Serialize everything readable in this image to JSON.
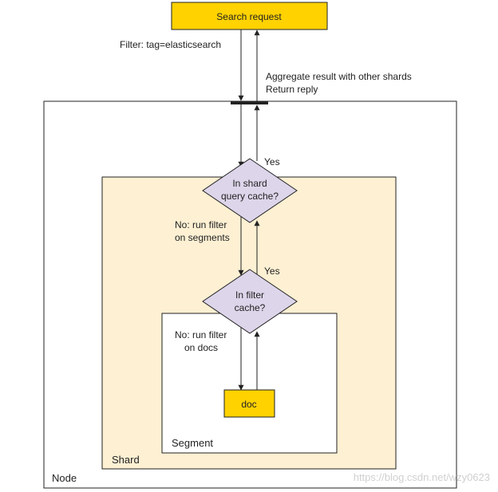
{
  "search_request": "Search request",
  "filter_label": "Filter: tag=elasticsearch",
  "aggregate_line1": "Aggregate result with other shards",
  "aggregate_line2": "Return reply",
  "yes_shard": "Yes",
  "shard_cache_line1": "In shard",
  "shard_cache_line2": "query cache?",
  "no_segments_line1": "No: run filter",
  "no_segments_line2": "on segments",
  "yes_filter": "Yes",
  "filter_cache_line1": "In filter",
  "filter_cache_line2": "cache?",
  "no_docs_line1": "No: run filter",
  "no_docs_line2": "on docs",
  "doc": "doc",
  "segment": "Segment",
  "shard": "Shard",
  "node": "Node",
  "watermark": "https://blog.csdn.net/wzy0623",
  "colors": {
    "request_fill": "#ffd200",
    "shard_fill": "#fdf0d3",
    "diamond_fill": "#ddd5ea",
    "line": "#222222"
  }
}
